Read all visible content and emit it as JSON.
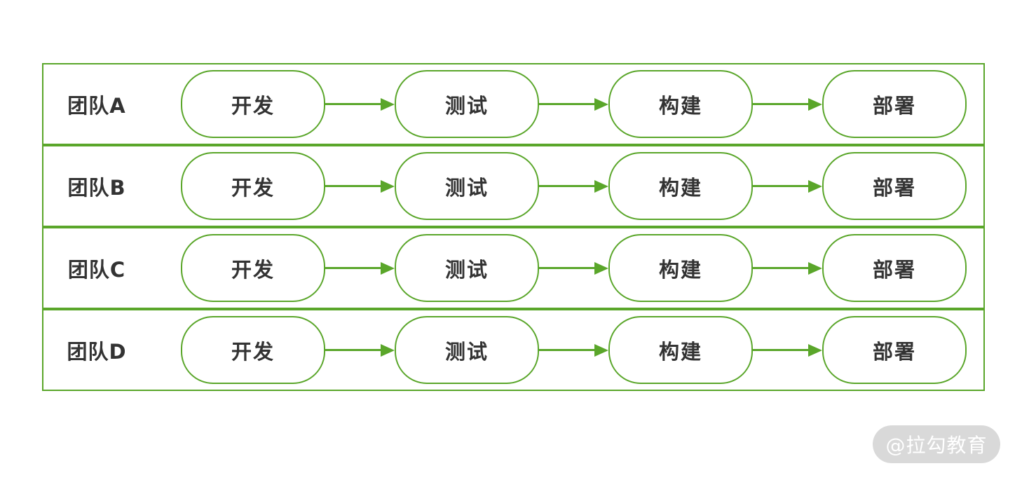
{
  "diagram": {
    "lanes": [
      {
        "team": "团队A",
        "stages": [
          "开发",
          "测试",
          "构建",
          "部署"
        ]
      },
      {
        "team": "团队B",
        "stages": [
          "开发",
          "测试",
          "构建",
          "部署"
        ]
      },
      {
        "team": "团队C",
        "stages": [
          "开发",
          "测试",
          "构建",
          "部署"
        ]
      },
      {
        "team": "团队D",
        "stages": [
          "开发",
          "测试",
          "构建",
          "部署"
        ]
      }
    ]
  },
  "colors": {
    "accent_green": "#5aa62a",
    "label_text": "#333333",
    "watermark_bg": "#d9d9d9",
    "watermark_text": "#ffffff"
  },
  "watermark": {
    "label": "@拉勾教育"
  }
}
